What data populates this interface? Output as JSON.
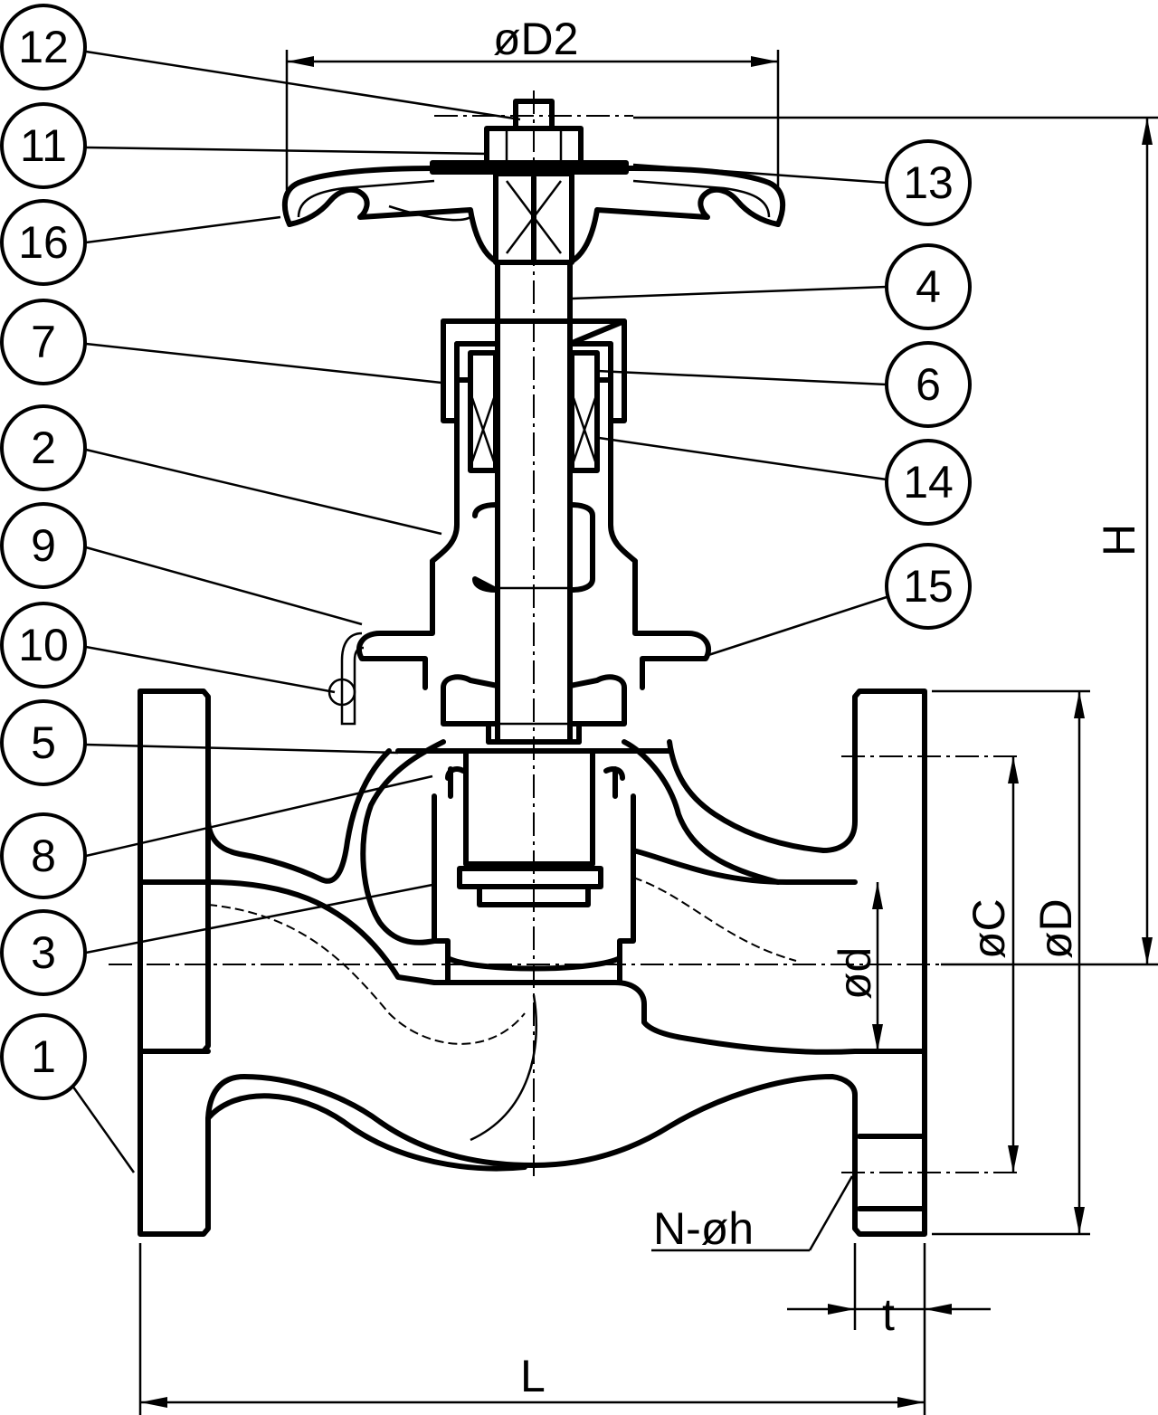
{
  "callouts": [
    {
      "id": "c12",
      "label": "12"
    },
    {
      "id": "c11",
      "label": "11"
    },
    {
      "id": "c16",
      "label": "16"
    },
    {
      "id": "c7",
      "label": "7"
    },
    {
      "id": "c2",
      "label": "2"
    },
    {
      "id": "c9",
      "label": "9"
    },
    {
      "id": "c10",
      "label": "10"
    },
    {
      "id": "c5",
      "label": "5"
    },
    {
      "id": "c8",
      "label": "8"
    },
    {
      "id": "c3",
      "label": "3"
    },
    {
      "id": "c1",
      "label": "1"
    },
    {
      "id": "c13",
      "label": "13"
    },
    {
      "id": "c4",
      "label": "4"
    },
    {
      "id": "c6",
      "label": "6"
    },
    {
      "id": "c14",
      "label": "14"
    },
    {
      "id": "c15",
      "label": "15"
    }
  ],
  "dimensions": {
    "D2": "øD2",
    "H": "H",
    "d": "ød",
    "C": "øC",
    "D": "øD",
    "Nh": "N-øh",
    "t": "t",
    "L": "L"
  }
}
